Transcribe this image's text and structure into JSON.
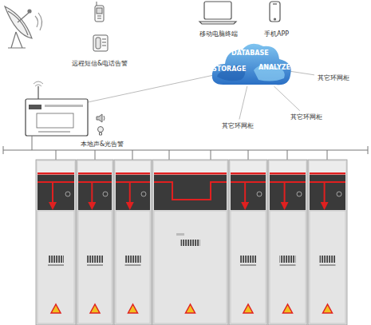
{
  "diagram": {
    "nodes": [
      {
        "text": [
          "DATABASE",
          "STORAGE",
          "ANALYZE"
        ]
      },
      {
        "text": [
          "其它环网柜"
        ]
      },
      {
        "text": [
          "其它环网柜"
        ]
      },
      {
        "text": [
          "其它环网柜"
        ]
      }
    ],
    "edges": [
      {
        "from": 0,
        "to": 1,
        "arrow": "none"
      },
      {
        "from": 0,
        "to": 2,
        "arrow": "none"
      },
      {
        "from": 0,
        "to": 3,
        "arrow": "none"
      }
    ],
    "labels": [
      "远程短信&电话告警",
      "移动电脑终端",
      "手机APP",
      "本地声&光告警"
    ]
  }
}
